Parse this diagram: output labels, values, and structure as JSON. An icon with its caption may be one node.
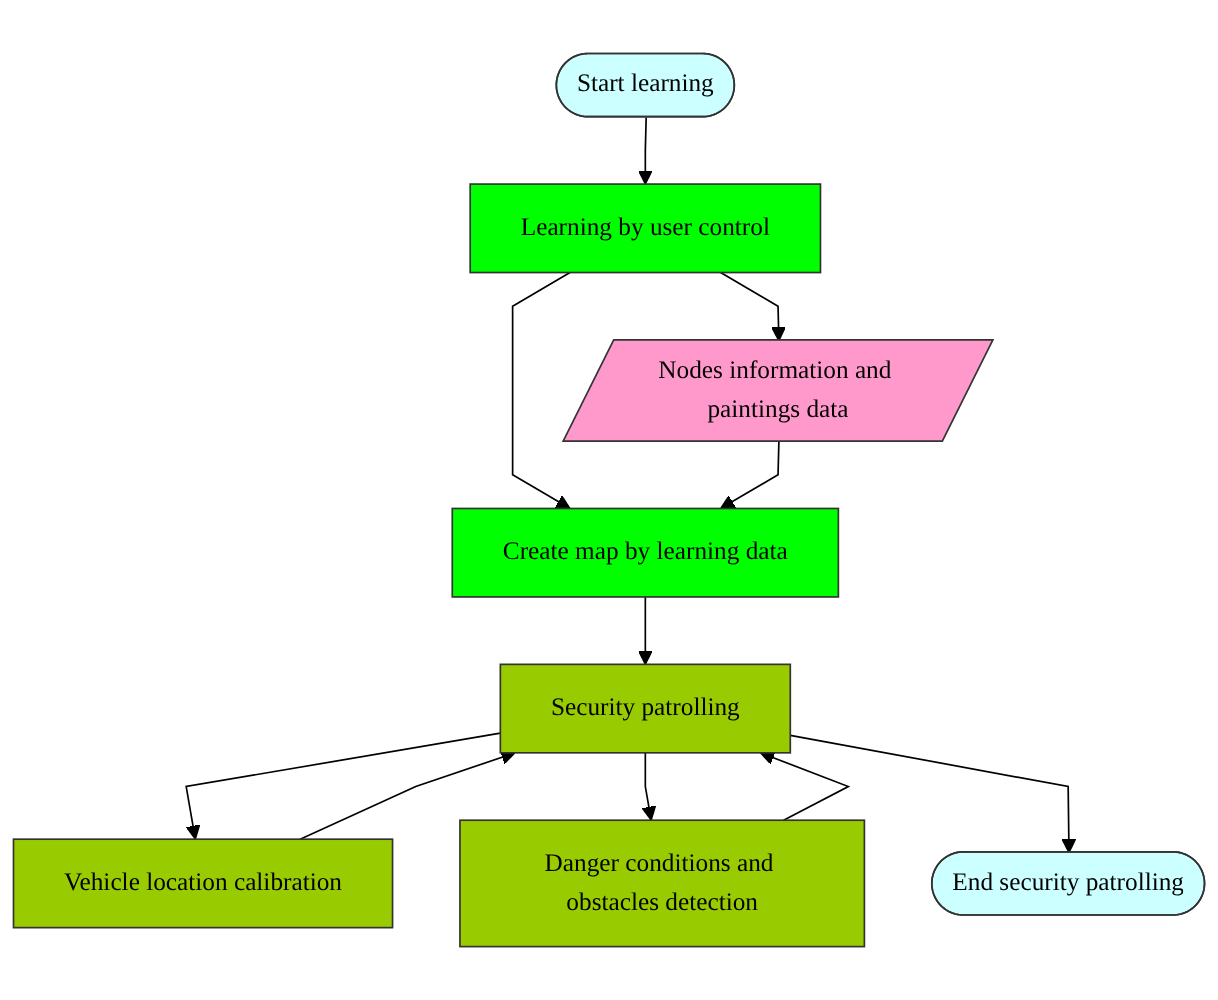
{
  "diagram": {
    "nodes": [
      {
        "text": [
          "Start learning"
        ]
      },
      {
        "text": [
          "Learning by user control"
        ]
      },
      {
        "text": [
          "Nodes information and paintings data"
        ]
      },
      {
        "text": [
          "Create map by learning data"
        ]
      },
      {
        "text": [
          "Vehicle location calibration"
        ]
      },
      {
        "text": [
          "Security patrolling"
        ]
      },
      {
        "text": [
          "Danger conditions and obstacles detection"
        ]
      },
      {
        "text": [
          "End security patrolling"
        ]
      }
    ],
    "edges": [
      {
        "from": 0,
        "to": 1,
        "arrow": "to"
      },
      {
        "from": 1,
        "to": 2,
        "arrow": "to"
      },
      {
        "from": 1,
        "to": 3,
        "arrow": "to"
      },
      {
        "from": 2,
        "to": 3,
        "arrow": "to"
      },
      {
        "from": 3,
        "to": 5,
        "arrow": "to"
      },
      {
        "from": 5,
        "to": 4,
        "arrow": "to"
      },
      {
        "from": 4,
        "to": 5,
        "arrow": "to"
      },
      {
        "from": 5,
        "to": 6,
        "arrow": "to"
      },
      {
        "from": 6,
        "to": 5,
        "arrow": "to"
      },
      {
        "from": 5,
        "to": 7,
        "arrow": "to"
      }
    ]
  }
}
